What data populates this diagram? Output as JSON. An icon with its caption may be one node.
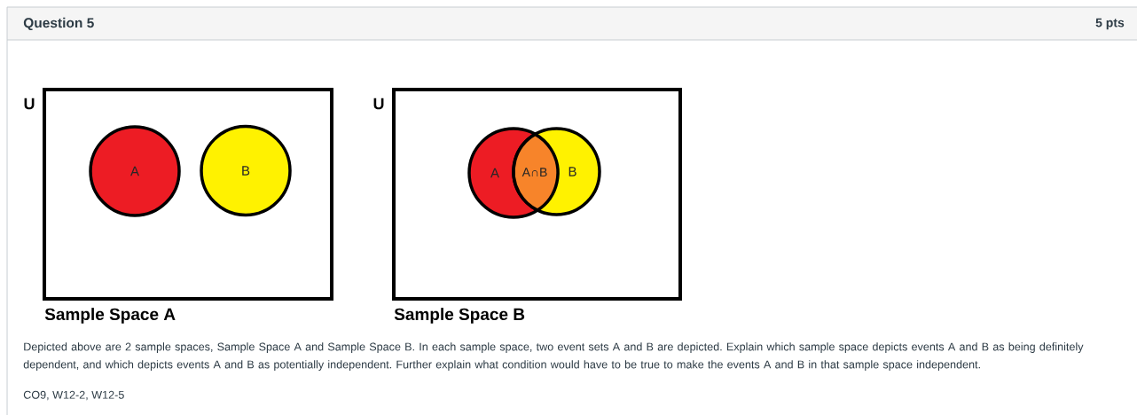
{
  "diagram": {
    "title": "Question 5",
    "nodes": [
      {
        "text": [
          "U"
        ],
        "beside": [
          "Sample Space A"
        ]
      },
      {
        "text": [
          "A"
        ],
        "in": 0
      },
      {
        "text": [
          "B"
        ],
        "in": 0
      },
      {
        "text": [
          "U"
        ],
        "beside": [
          "Sample Space B"
        ]
      },
      {
        "text": [
          "A"
        ],
        "in": 3
      },
      {
        "text": [
          "A∩B"
        ]
      },
      {
        "text": [
          "B"
        ],
        "in": 3
      }
    ],
    "labels": [
      "5 pts",
      "Depicted above are 2 sample spaces, Sample Space A and Sample Space B. In each sample space, two event sets A and B are depicted. Explain which sample space depicts events A and B as being definitely dependent, and which depicts events A and B as potentially independent. Further explain what condition would have to be true to make the events A and B in that sample space independent.",
      "CO9, W12-2, W12-5"
    ]
  }
}
